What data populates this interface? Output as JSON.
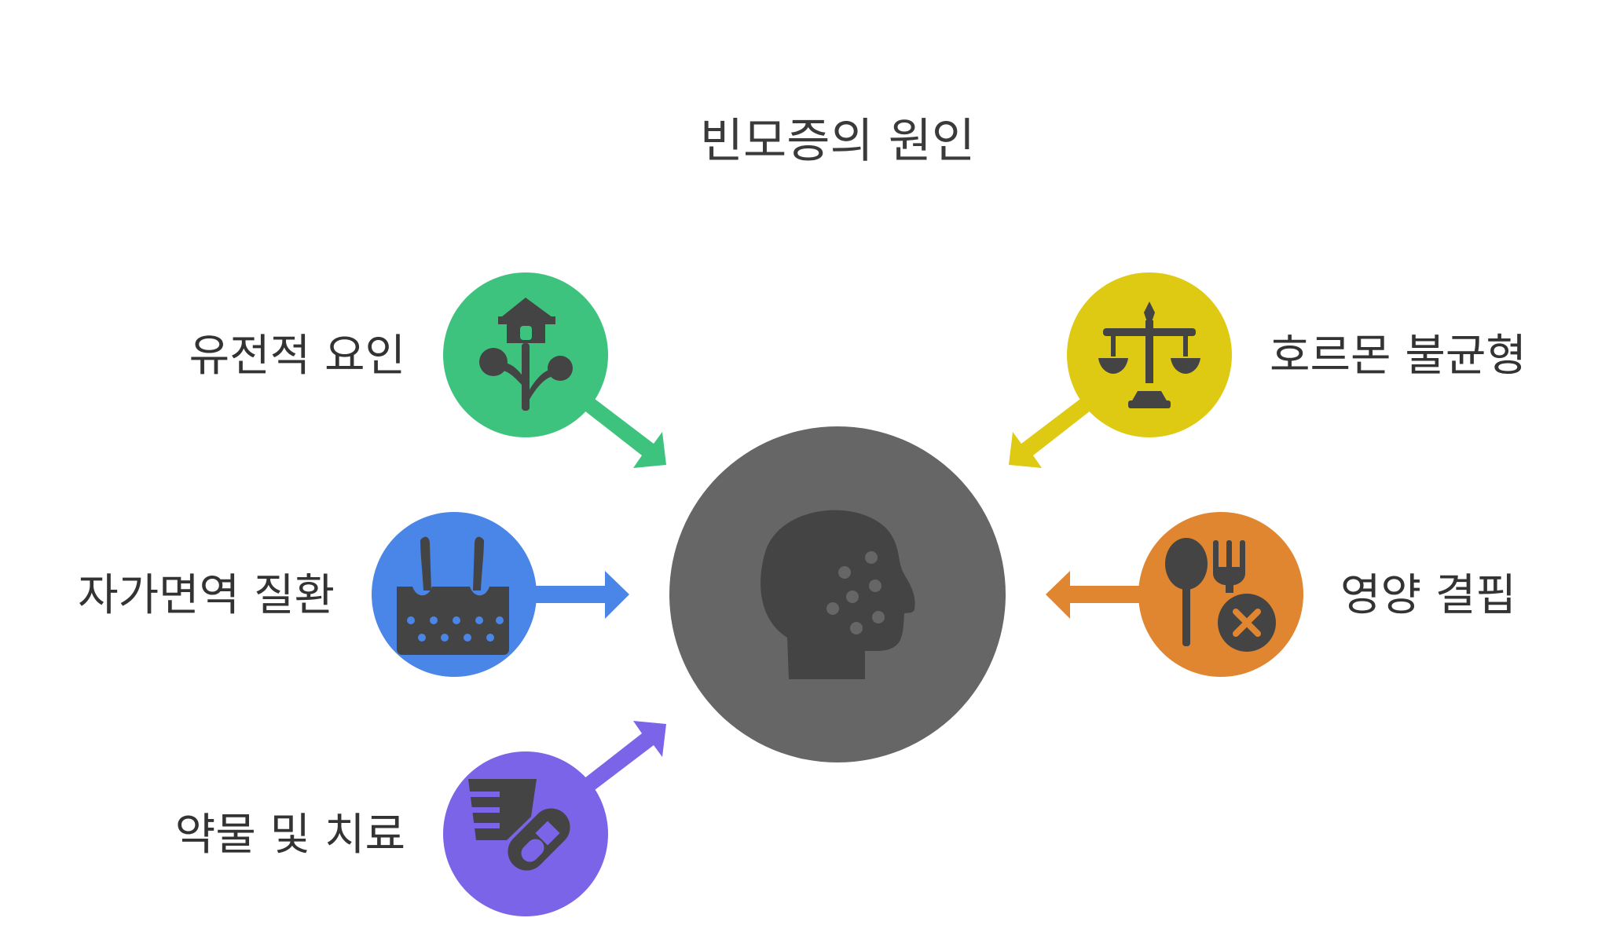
{
  "title": "빈모증의 원인",
  "center": {
    "icon": "head-scalp-icon",
    "color": "#666666"
  },
  "causes": [
    {
      "label": "유전적 요인",
      "icon": "dna-tree-icon",
      "color": "#3EC37F"
    },
    {
      "label": "호르몬 불균형",
      "icon": "balance-scale-icon",
      "color": "#DFCA13"
    },
    {
      "label": "자가면역 질환",
      "icon": "skin-follicle-icon",
      "color": "#4A86E8"
    },
    {
      "label": "영양 결핍",
      "icon": "spoon-fork-cancel-icon",
      "color": "#E08530"
    },
    {
      "label": "약물 및 치료",
      "icon": "medicine-pill-icon",
      "color": "#7B64E8"
    }
  ],
  "icon_color": "#444444"
}
